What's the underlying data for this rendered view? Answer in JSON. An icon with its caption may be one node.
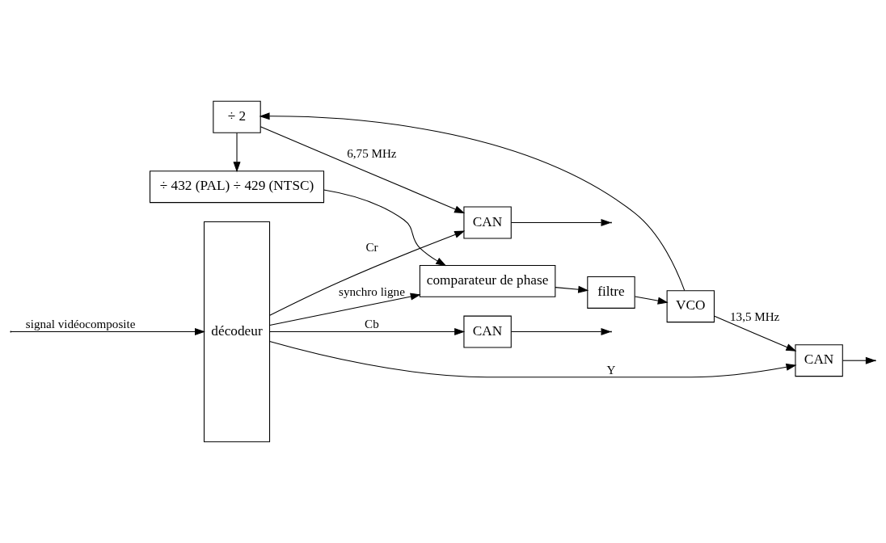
{
  "diagram": {
    "nodes": [
      {
        "text": [
          "décodeur"
        ]
      },
      {
        "text": [
          "comparateur de phase"
        ]
      },
      {
        "text": [
          "filtre"
        ]
      },
      {
        "text": [
          "VCO"
        ]
      },
      {
        "text": [
          "÷ 2"
        ]
      },
      {
        "text": [
          "÷ 432 (PAL) ÷ 429 (NTSC)"
        ]
      },
      {
        "text": [
          "CAN"
        ]
      },
      {
        "text": [
          "CAN"
        ]
      },
      {
        "text": [
          "CAN"
        ]
      }
    ],
    "edges": [
      {
        "from": null,
        "to": 0,
        "arrow": "to",
        "label": "signal vidéocomposite"
      },
      {
        "from": 0,
        "to": 1,
        "arrow": "to",
        "label": "synchro ligne"
      },
      {
        "from": 1,
        "to": 2,
        "arrow": "to"
      },
      {
        "from": 2,
        "to": 3,
        "arrow": "to"
      },
      {
        "from": 3,
        "to": 4,
        "arrow": "to"
      },
      {
        "from": 4,
        "to": 5,
        "arrow": "to"
      },
      {
        "from": 5,
        "to": 1,
        "arrow": "to"
      },
      {
        "from": 4,
        "to": 6,
        "arrow": "to",
        "label": "6,75 MHz"
      },
      {
        "from": 3,
        "to": 8,
        "arrow": "to",
        "label": "13,5 MHz"
      },
      {
        "from": 0,
        "to": 6,
        "arrow": "to",
        "label": "Cr"
      },
      {
        "from": 0,
        "to": 7,
        "arrow": "to",
        "label": "Cb"
      },
      {
        "from": 0,
        "to": 8,
        "arrow": "to",
        "label": "Y"
      },
      {
        "from": 6,
        "to": null,
        "arrow": "to"
      },
      {
        "from": 7,
        "to": null,
        "arrow": "to"
      },
      {
        "from": 8,
        "to": null,
        "arrow": "to"
      }
    ]
  }
}
